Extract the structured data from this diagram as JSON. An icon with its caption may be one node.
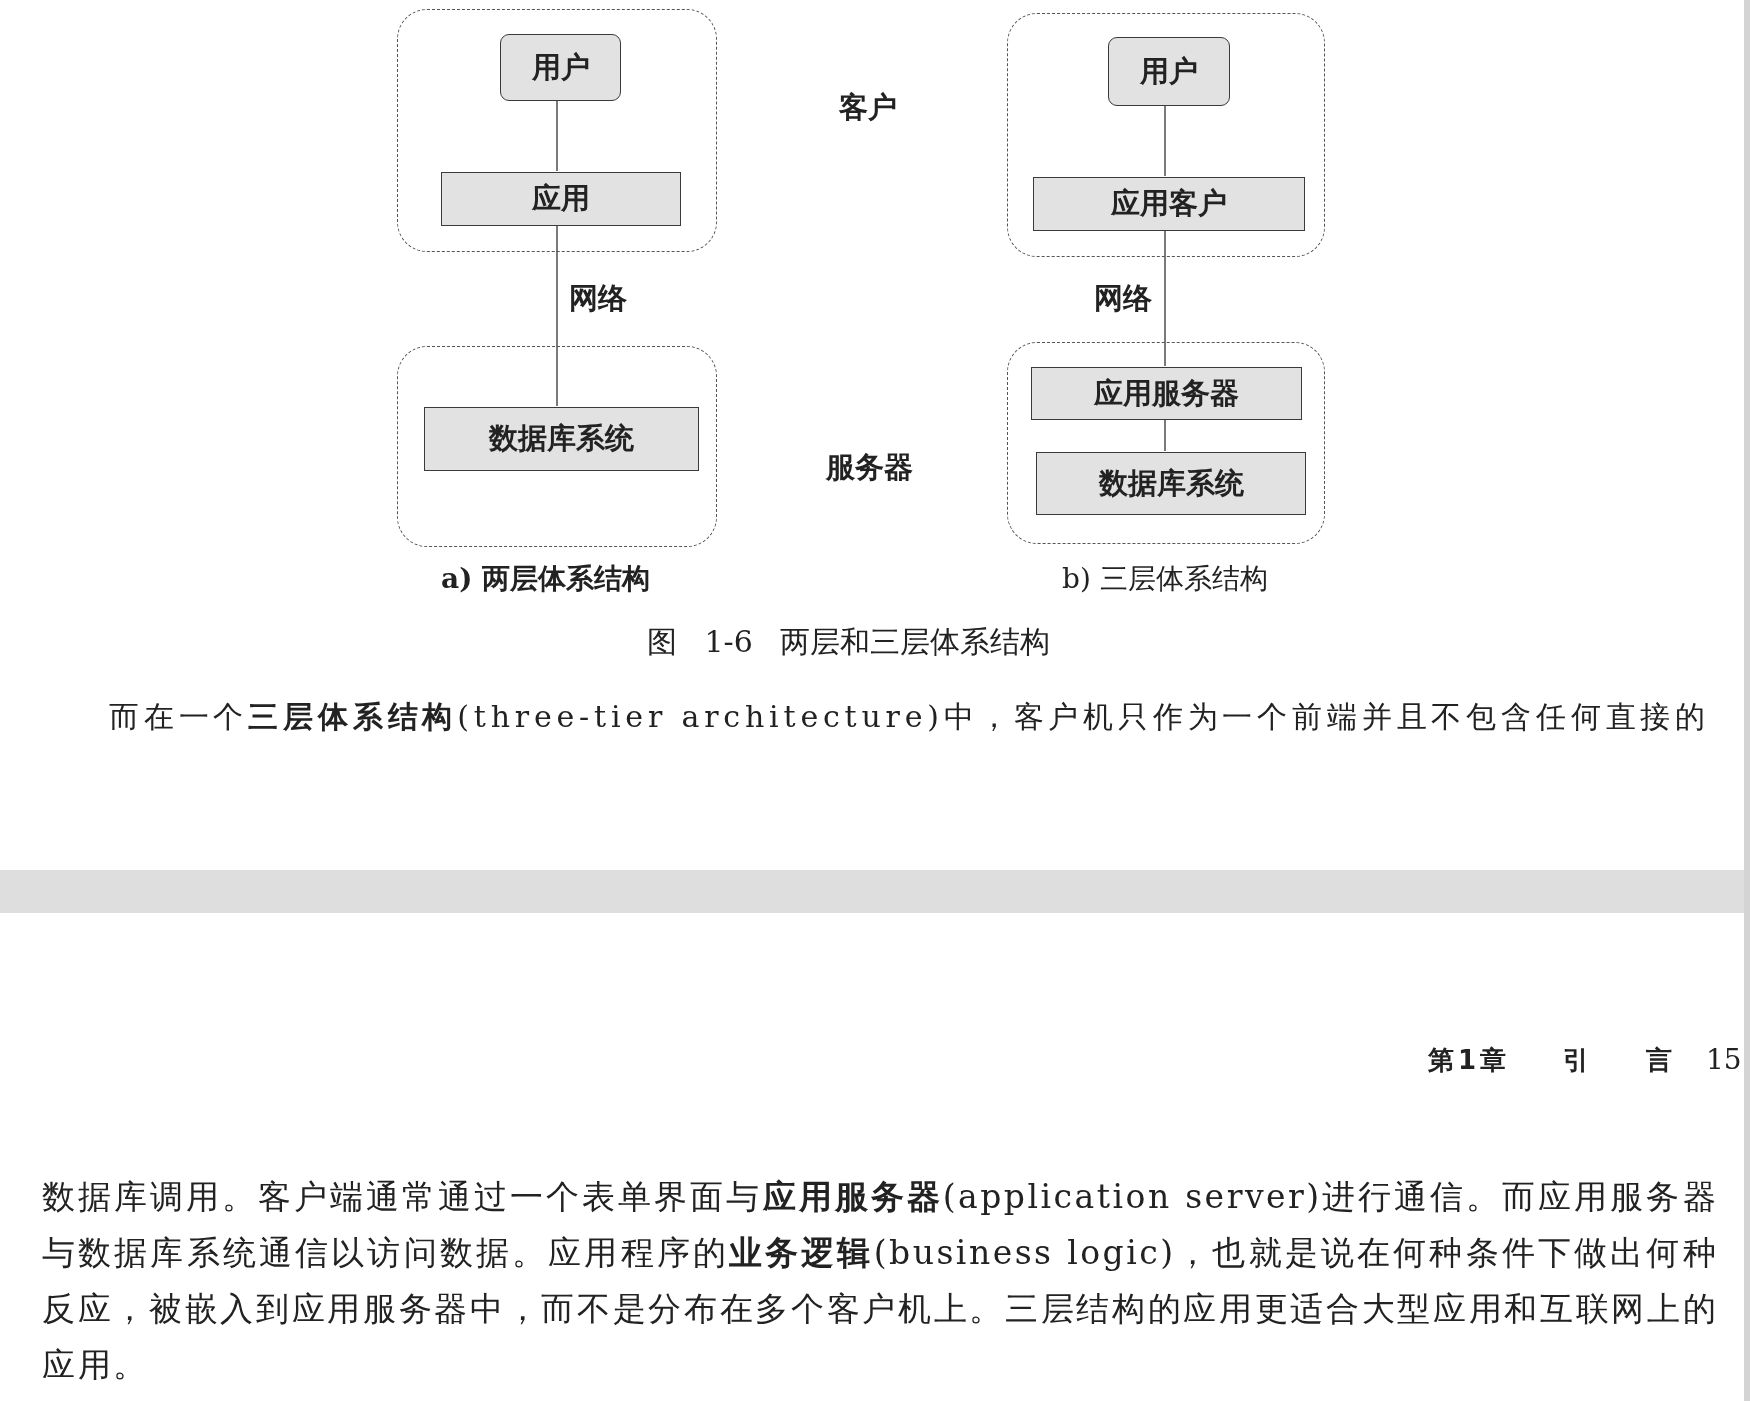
{
  "diagram": {
    "caption": "图 1-6 两层和三层体系结构",
    "nodes": [
      {
        "text": [],
        "shape": "box"
      },
      {
        "text": [
          "用户"
        ],
        "in": 0
      },
      {
        "text": [
          "应用"
        ],
        "in": 0
      },
      {
        "text": [],
        "shape": "box"
      },
      {
        "text": [
          "用户"
        ],
        "in": 3
      },
      {
        "text": [
          "应用客户"
        ],
        "in": 3
      },
      {
        "text": [],
        "shape": "box"
      },
      {
        "text": [
          "数据库系统"
        ],
        "in": 6
      },
      {
        "text": [],
        "shape": "box"
      },
      {
        "text": [
          "应用服务器"
        ],
        "in": 8
      },
      {
        "text": [
          "数据库系统"
        ],
        "in": 8
      }
    ],
    "edges": [
      {
        "from": 1,
        "to": 2,
        "arrow": "none"
      },
      {
        "from": 2,
        "to": 7,
        "arrow": "none",
        "label": "网络"
      },
      {
        "from": 4,
        "to": 5,
        "arrow": "none"
      },
      {
        "from": 5,
        "to": 9,
        "arrow": "none",
        "label": "网络"
      },
      {
        "from": 9,
        "to": 10,
        "arrow": "none"
      }
    ],
    "labels": [
      "客户",
      "服务器",
      "a) 两层体系结构",
      "b) 三层体系结构",
      "而在一个**三层体系结构**(three-tier architecture)中，客户机只作为一个前端并且不包含任何直接的",
      "第1章 引 言",
      "15",
      "数据库调用。客户端通常通过一个表单界面与**应用服务器**(application server)进行通信。而应用服务器与数据库系统通信以访问数据。应用程序的**业务逻辑**(business logic)，也就是说在何种条件下做出何种反应，被嵌入到应用服务器中，而不是分布在多个客户机上。三层结构的应用更适合大型应用和互联网上的应用。"
    ]
  }
}
